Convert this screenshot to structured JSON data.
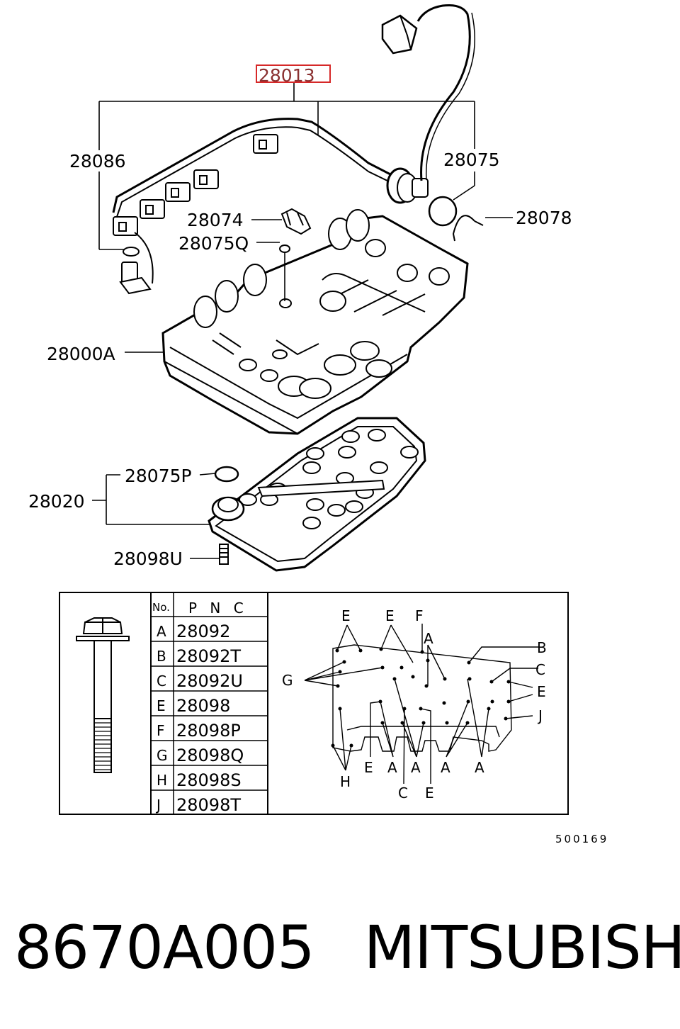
{
  "callouts": {
    "harness": "28013",
    "connector_left": "28086",
    "connector_right": "28075",
    "clip": "28078",
    "bracket": "28074",
    "seal_q": "28075Q",
    "valve_body": "28000A",
    "seal_p": "28075P",
    "cover": "28020",
    "bolt_u": "28098U"
  },
  "highlight_color": "#d62828",
  "bolt_table": {
    "header_no": "No.",
    "header_pnc": "P N C",
    "rows": [
      {
        "no": "A",
        "pnc": "28092"
      },
      {
        "no": "B",
        "pnc": "28092T"
      },
      {
        "no": "C",
        "pnc": "28092U"
      },
      {
        "no": "E",
        "pnc": "28098"
      },
      {
        "no": "F",
        "pnc": "28098P"
      },
      {
        "no": "G",
        "pnc": "28098Q"
      },
      {
        "no": "H",
        "pnc": "28098S"
      },
      {
        "no": "J",
        "pnc": "28098T"
      }
    ]
  },
  "layout_letters": {
    "e1": "E",
    "e2": "E",
    "f": "F",
    "a_top": "A",
    "b": "B",
    "c_right": "C",
    "g": "G",
    "e_right": "E",
    "j": "J",
    "e_bottom1": "E",
    "a1": "A",
    "a2": "A",
    "a3": "A",
    "a4": "A",
    "h": "H",
    "c_bottom": "C",
    "e_bottom2": "E"
  },
  "diagram_code": "500169",
  "caption": {
    "part_number": "8670A005",
    "brand": "MITSUBISHI"
  }
}
